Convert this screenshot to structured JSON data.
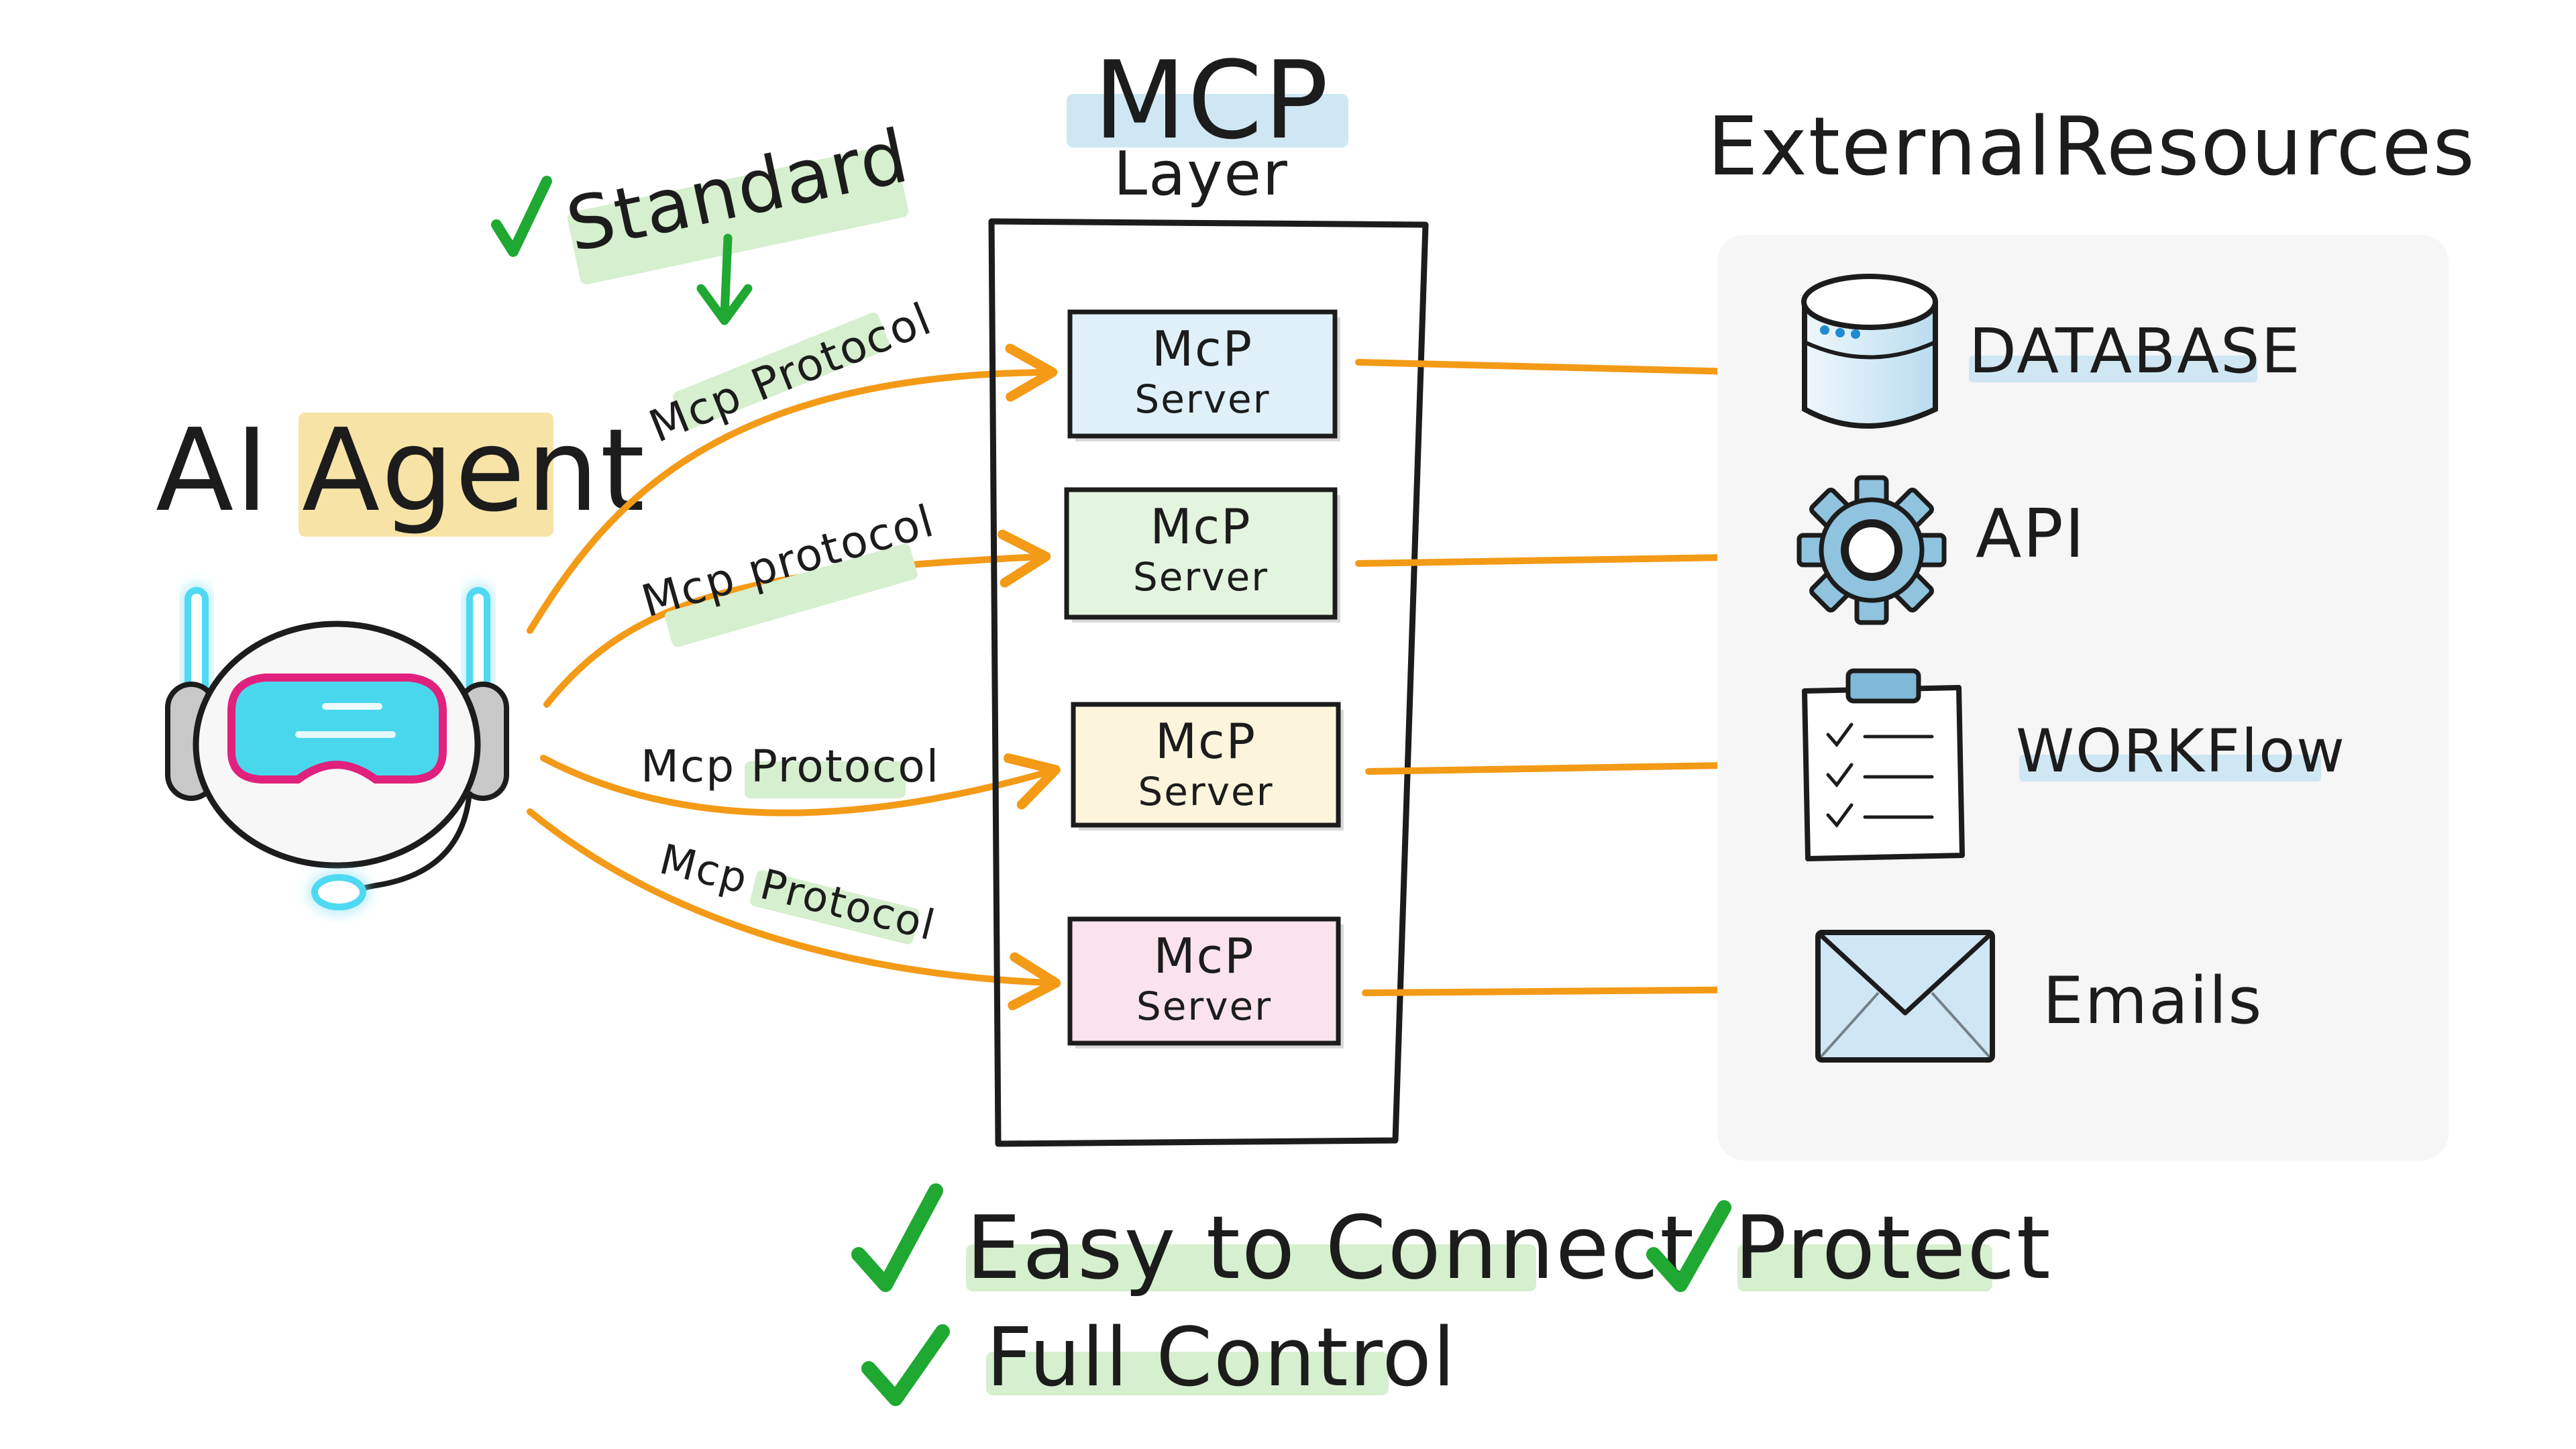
{
  "agent": {
    "title_part1": "AI",
    "title_part2": "Agent"
  },
  "standard": {
    "label": "Standard"
  },
  "protocols": [
    {
      "label": "Mcp Protocol"
    },
    {
      "label": "Mcp protocol"
    },
    {
      "label": "Mcp Protocol"
    },
    {
      "label": "Mcp Protocol"
    }
  ],
  "mcp_layer": {
    "title": "MCP",
    "subtitle": "Layer",
    "servers": [
      {
        "line1": "McP",
        "line2": "Server",
        "fill": "#dff0f8"
      },
      {
        "line1": "McP",
        "line2": "Server",
        "fill": "#e3f4df"
      },
      {
        "line1": "McP",
        "line2": "Server",
        "fill": "#fcf5dc"
      },
      {
        "line1": "McP",
        "line2": "Server",
        "fill": "#fbe3ee"
      }
    ]
  },
  "external": {
    "title_part1": "External",
    "title_part2": "Resources",
    "resources": [
      {
        "label": "DATABASE",
        "icon": "database-icon"
      },
      {
        "label": "API",
        "icon": "gear-icon"
      },
      {
        "label": "WORKFlow",
        "icon": "clipboard-checklist-icon"
      },
      {
        "label": "Emails",
        "icon": "envelope-icon"
      }
    ]
  },
  "benefits": [
    {
      "label": "Easy to Connect"
    },
    {
      "label": "Full Control"
    },
    {
      "label": "Protect"
    }
  ],
  "colors": {
    "arrow": "#f39a16",
    "check": "#1fa832",
    "ink": "#1c1c1c",
    "robot_visor": "#49d7ee",
    "robot_visor_rim": "#e0217d",
    "robot_glow": "#4fd9f2"
  }
}
